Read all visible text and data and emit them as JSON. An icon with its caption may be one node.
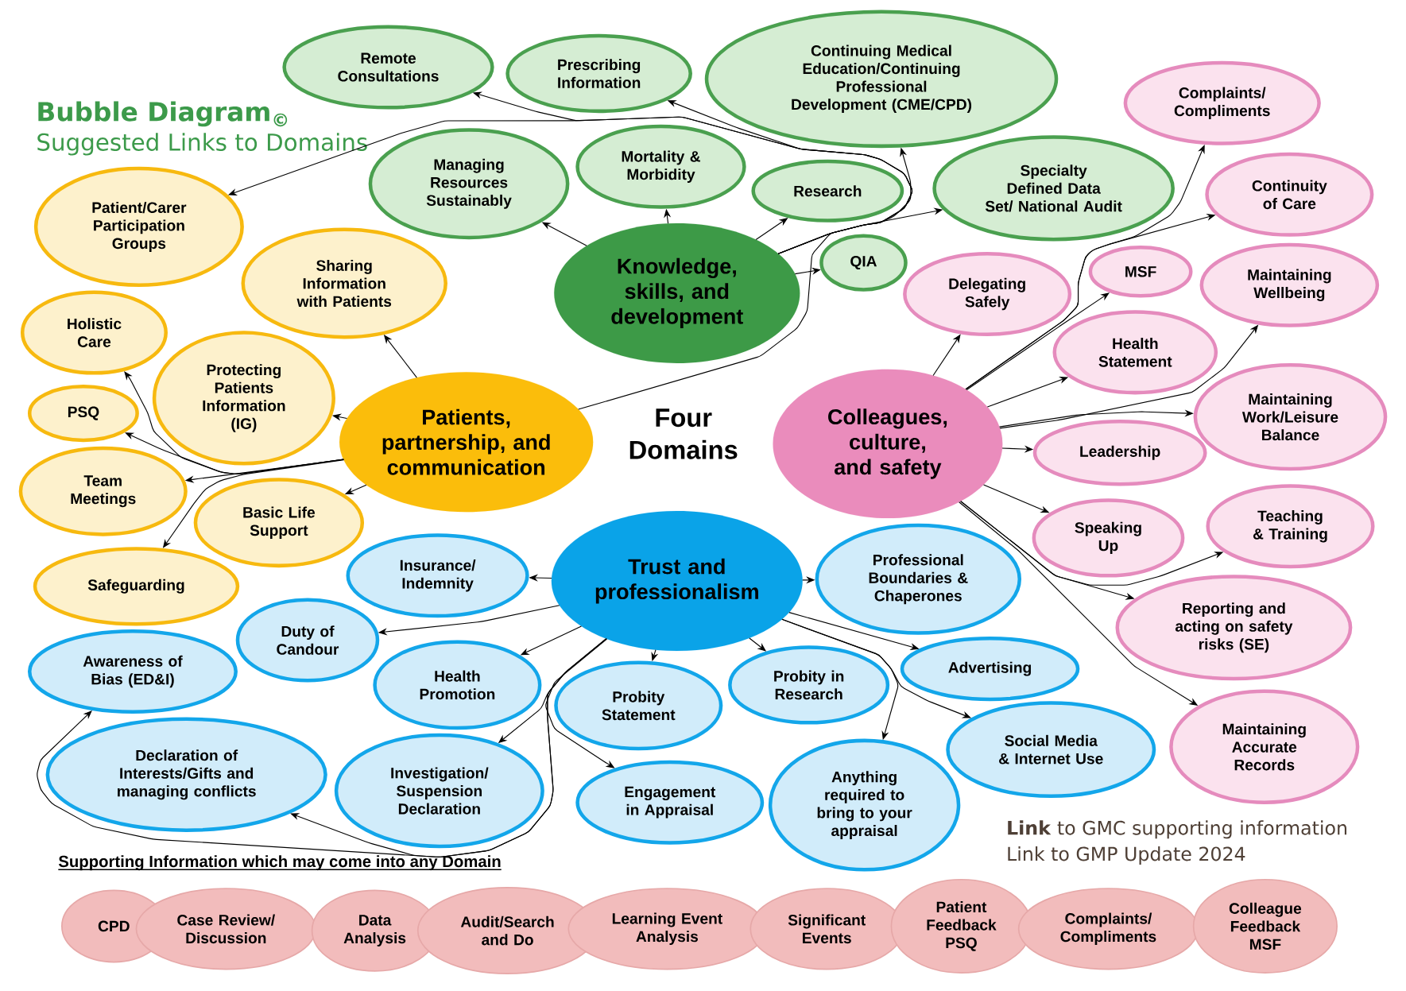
{
  "diagram": {
    "title": "Bubble Diagram$_{©}$",
    "nodes": [
      {
        "text": [
          "Remote Consultations"
        ]
      },
      {
        "text": [
          "Prescribing Information"
        ]
      },
      {
        "text": [
          "Continuing Medical Education/Continuing Professional Development (CME/CPD)"
        ]
      },
      {
        "text": [
          "Complaints/ Compliments"
        ]
      },
      {
        "text": [
          "Managing Resources Sustainably"
        ]
      },
      {
        "text": [
          "Mortality & Morbidity"
        ]
      },
      {
        "text": [
          "Research"
        ]
      },
      {
        "text": [
          "Specialty Defined Data Set/ National Audit"
        ]
      },
      {
        "text": [
          "Continuity of Care"
        ]
      },
      {
        "text": [
          "Patient/Carer Participation Groups"
        ]
      },
      {
        "text": [
          "Knowledge, skills, and development"
        ]
      },
      {
        "text": [
          "QIA"
        ]
      },
      {
        "text": [
          "Delegating Safely"
        ]
      },
      {
        "text": [
          "MSF"
        ]
      },
      {
        "text": [
          "Sharing Information with Patients"
        ]
      },
      {
        "text": [
          "Maintaining Wellbeing"
        ]
      },
      {
        "text": [
          "Holistic Care"
        ]
      },
      {
        "text": [
          "Health Statement"
        ]
      },
      {
        "text": [
          "Protecting Patients Information (IG)"
        ]
      },
      {
        "text": [
          "PSQ"
        ]
      },
      {
        "text": [
          "Patients, partnership, and communication"
        ]
      },
      {
        "text": [
          "Colleagues, culture, and safety"
        ]
      },
      {
        "text": [
          "Maintaining Work/Leisure Balance"
        ]
      },
      {
        "text": [
          "Leadership"
        ]
      },
      {
        "text": [
          "Team Meetings"
        ]
      },
      {
        "text": [
          "Basic Life Support"
        ]
      },
      {
        "text": [
          "Teaching & Training"
        ]
      },
      {
        "text": [
          "Speaking Up"
        ]
      },
      {
        "text": [
          "Safeguarding"
        ]
      },
      {
        "text": [
          "Insurance/ Indemnity"
        ]
      },
      {
        "text": [
          "Trust and professionalism"
        ]
      },
      {
        "text": [
          "Professional Boundaries & Chaperones"
        ]
      },
      {
        "text": [
          "Reporting and acting on safety risks (SE)"
        ]
      },
      {
        "text": [
          "Duty of Candour"
        ]
      },
      {
        "text": [
          "Awareness of Bias (ED&I)"
        ]
      },
      {
        "text": [
          "Health Promotion"
        ]
      },
      {
        "text": [
          "Probity Statement"
        ]
      },
      {
        "text": [
          "Probity in Research"
        ]
      },
      {
        "text": [
          "Advertising"
        ]
      },
      {
        "text": [
          "Maintaining Accurate Records"
        ]
      },
      {
        "text": [
          "Declaration of Interests/Gifts and managing conflicts"
        ]
      },
      {
        "text": [
          "Social Media & Internet Use"
        ]
      },
      {
        "text": [
          "Investigation/ Suspension Declaration"
        ]
      },
      {
        "text": [
          "Engagement in Appraisal"
        ]
      },
      {
        "text": [
          "Anything required to bring to your appraisal"
        ]
      },
      {
        "text": [
          "CPD"
        ]
      },
      {
        "text": [
          "Case Review/ Discussion"
        ]
      },
      {
        "text": [
          "Data Analysis"
        ]
      },
      {
        "text": [
          "Audit/Search and Do"
        ]
      },
      {
        "text": [
          "Learning Event Analysis"
        ]
      },
      {
        "text": [
          "Significant Events"
        ]
      },
      {
        "text": [
          "Patient Feedback PSQ"
        ]
      },
      {
        "text": [
          "Complaints/ Compliments"
        ]
      },
      {
        "text": [
          "Colleague Feedback MSF"
        ]
      }
    ],
    "edges": [
      {
        "from": 10,
        "to": 4,
        "arrow": "to"
      },
      {
        "from": 10,
        "to": 0,
        "arrow": "to"
      },
      {
        "from": 10,
        "to": 1,
        "arrow": "to"
      },
      {
        "from": 10,
        "to": 5,
        "arrow": "to"
      },
      {
        "from": 10,
        "to": 2,
        "arrow": "to"
      },
      {
        "from": 10,
        "to": 6,
        "arrow": "to"
      },
      {
        "from": 10,
        "to": 7,
        "arrow": "to"
      },
      {
        "from": 10,
        "to": 11,
        "arrow": "to"
      },
      {
        "from": 20,
        "to": 9,
        "arrow": "to"
      },
      {
        "from": 20,
        "to": 14,
        "arrow": "to"
      },
      {
        "from": 20,
        "to": 18,
        "arrow": "to"
      },
      {
        "from": 20,
        "to": 16,
        "arrow": "to"
      },
      {
        "from": 20,
        "to": 19,
        "arrow": "to"
      },
      {
        "from": 20,
        "to": 24,
        "arrow": "to"
      },
      {
        "from": 20,
        "to": 25,
        "arrow": "to"
      },
      {
        "from": 20,
        "to": 28,
        "arrow": "to"
      },
      {
        "from": 21,
        "to": 12,
        "arrow": "to"
      },
      {
        "from": 21,
        "to": 3,
        "arrow": "to"
      },
      {
        "from": 21,
        "to": 13,
        "arrow": "to"
      },
      {
        "from": 21,
        "to": 8,
        "arrow": "to"
      },
      {
        "from": 21,
        "to": 17,
        "arrow": "to"
      },
      {
        "from": 21,
        "to": 15,
        "arrow": "to"
      },
      {
        "from": 21,
        "to": 22,
        "arrow": "to"
      },
      {
        "from": 21,
        "to": 23,
        "arrow": "to"
      },
      {
        "from": 21,
        "to": 26,
        "arrow": "to"
      },
      {
        "from": 21,
        "to": 27,
        "arrow": "to"
      },
      {
        "from": 21,
        "to": 32,
        "arrow": "to"
      },
      {
        "from": 21,
        "to": 39,
        "arrow": "to"
      },
      {
        "from": 30,
        "to": 29,
        "arrow": "to"
      },
      {
        "from": 30,
        "to": 31,
        "arrow": "to"
      },
      {
        "from": 30,
        "to": 33,
        "arrow": "to"
      },
      {
        "from": 30,
        "to": 34,
        "arrow": "to"
      },
      {
        "from": 30,
        "to": 35,
        "arrow": "to"
      },
      {
        "from": 30,
        "to": 40,
        "arrow": "to"
      },
      {
        "from": 30,
        "to": 36,
        "arrow": "to"
      },
      {
        "from": 30,
        "to": 42,
        "arrow": "to"
      },
      {
        "from": 30,
        "to": 43,
        "arrow": "to"
      },
      {
        "from": 30,
        "to": 37,
        "arrow": "to"
      },
      {
        "from": 30,
        "to": 44,
        "arrow": "to"
      },
      {
        "from": 30,
        "to": 41,
        "arrow": "to"
      },
      {
        "from": 30,
        "to": 38,
        "arrow": "to"
      }
    ],
    "labels": [
      "Suggested Links to Domains",
      "Four Domains",
      "Supporting Information which may come into any Domain",
      "**Link** to GMC supporting information",
      "Link to GMP Update 2024"
    ]
  }
}
